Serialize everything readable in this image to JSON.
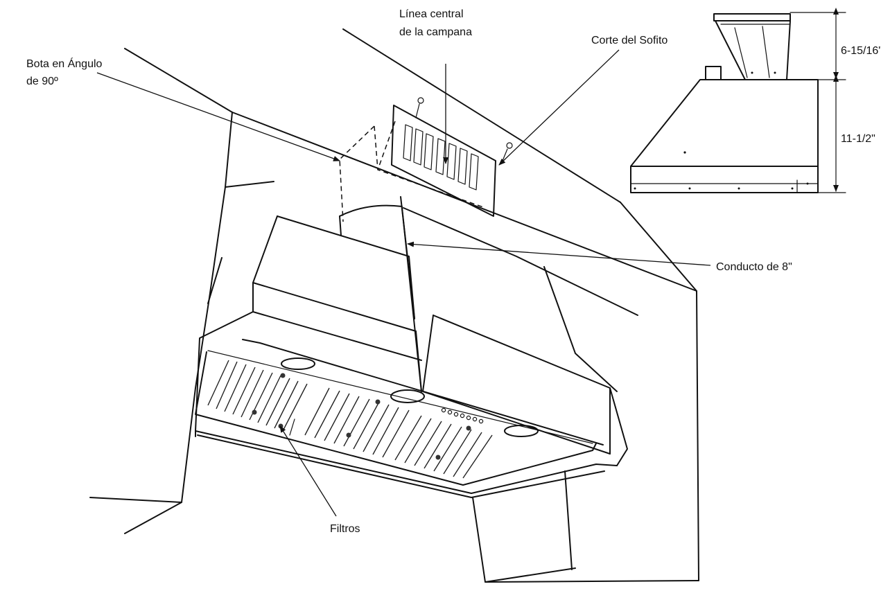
{
  "labels": {
    "hood_centerline_1": "Línea central",
    "hood_centerline_2": "de la campana",
    "elbow_1": "Bota en Ángulo",
    "elbow_2": "de 90º",
    "soffit_cut": "Corte del Sofito",
    "duct": "Conducto de 8\"",
    "filters": "Filtros",
    "dim_top": "6-15/16\"",
    "dim_bottom": "11-1/2\""
  },
  "colors": {
    "stroke": "#111111",
    "background": "#ffffff"
  }
}
